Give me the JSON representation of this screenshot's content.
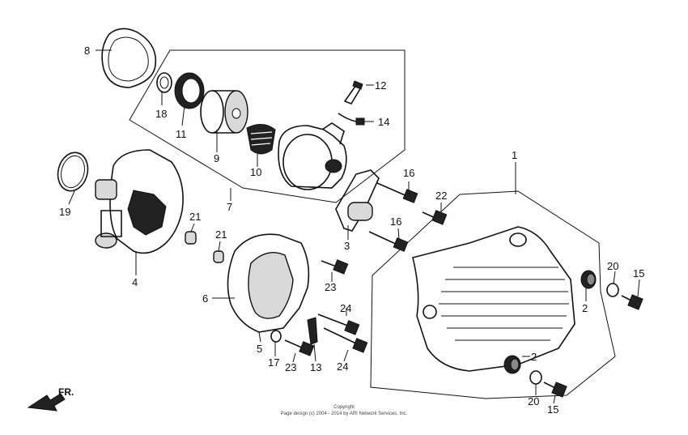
{
  "labels": {
    "p1": "1",
    "p2a": "2",
    "p2b": "2",
    "p3": "3",
    "p4": "4",
    "p5": "5",
    "p6": "6",
    "p7": "7",
    "p8": "8",
    "p9": "9",
    "p10": "10",
    "p11": "11",
    "p12": "12",
    "p13": "13",
    "p14": "14",
    "p15a": "15",
    "p15b": "15",
    "p16a": "16",
    "p16b": "16",
    "p17": "17",
    "p18": "18",
    "p19": "19",
    "p20a": "20",
    "p20b": "20",
    "p21a": "21",
    "p21b": "21",
    "p22": "22",
    "p23a": "23",
    "p23b": "23",
    "p24a": "24",
    "p24b": "24"
  },
  "direction_label": "FR.",
  "copyright": {
    "line1": "Copyright",
    "line2": "Page design (c) 2004 - 2014 by ARI Network Services, Inc."
  }
}
